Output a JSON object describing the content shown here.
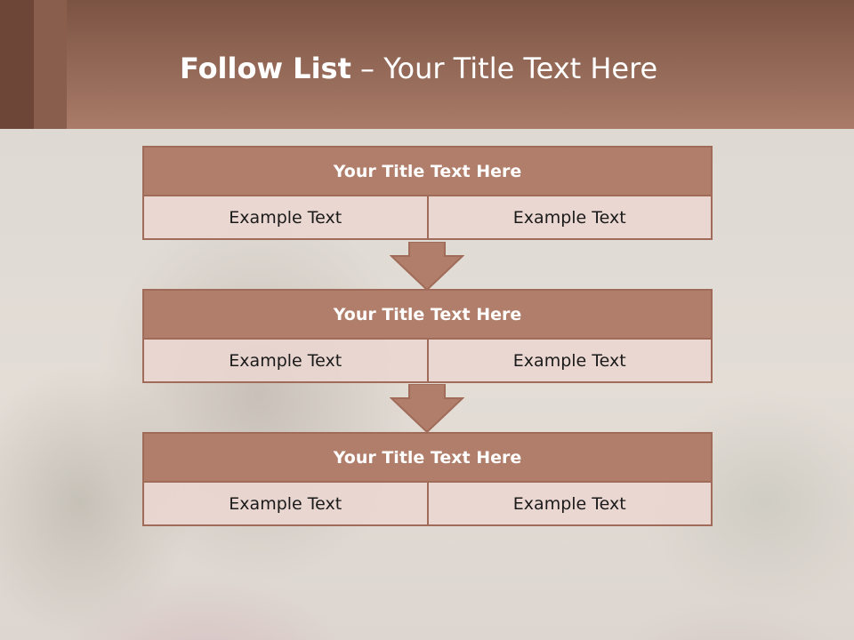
{
  "slide": {
    "title_bold": "Follow List",
    "title_rest": " – Your Title Text Here"
  },
  "blocks": [
    {
      "title": "Your Title Text Here",
      "left": "Example Text",
      "right": "Example Text"
    },
    {
      "title": "Your Title Text Here",
      "left": "Example Text",
      "right": "Example Text"
    },
    {
      "title": "Your Title Text Here",
      "left": "Example Text",
      "right": "Example Text"
    }
  ],
  "colors": {
    "header": "#a97b68",
    "box_fill": "#b07e6a",
    "box_border": "#a06b58",
    "cell_fill": "#ecd6d0"
  }
}
